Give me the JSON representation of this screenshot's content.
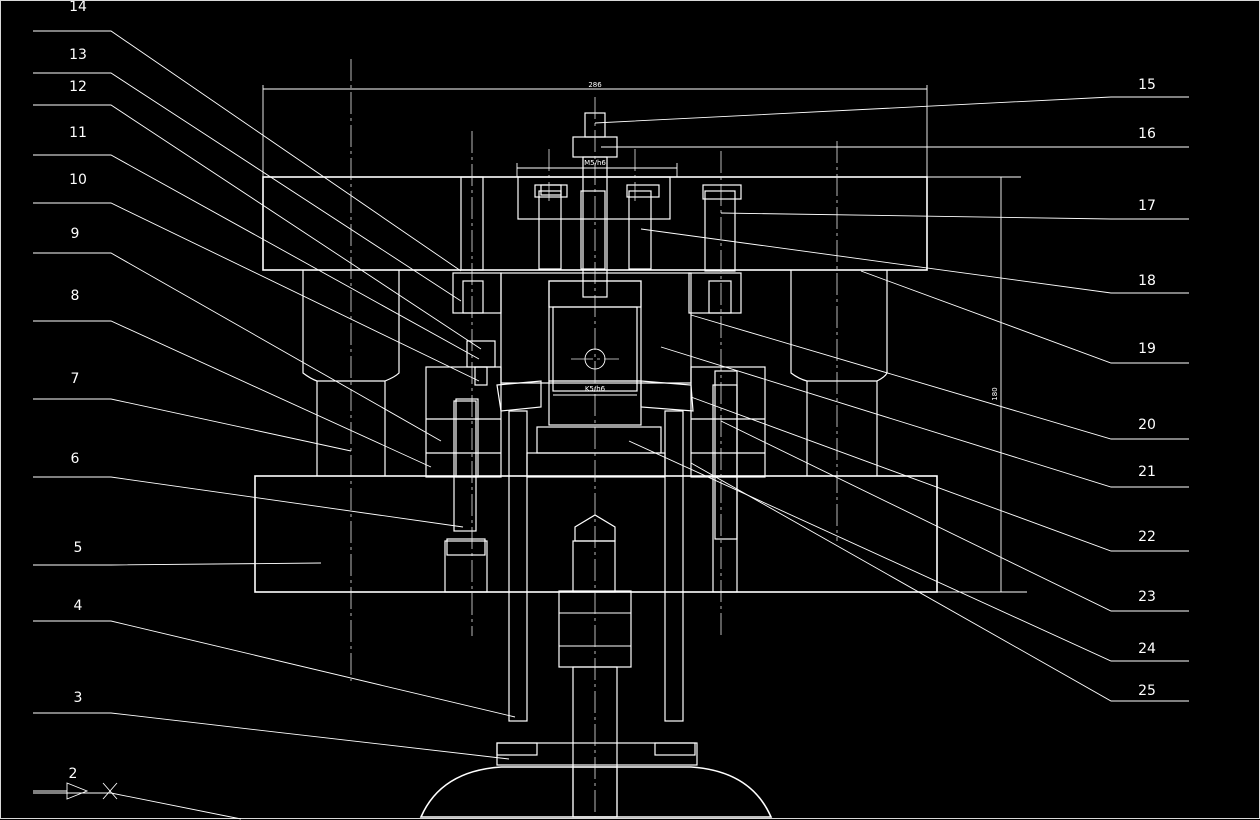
{
  "labels_left": [
    "14",
    "13",
    "12",
    "11",
    "10",
    "9",
    "8",
    "7",
    "6",
    "5",
    "4",
    "3",
    "2"
  ],
  "labels_right": [
    "15",
    "16",
    "17",
    "18",
    "19",
    "20",
    "21",
    "22",
    "23",
    "24",
    "25"
  ],
  "dimensions": {
    "width": "286",
    "height": "180"
  },
  "small_text": {
    "center_spec": "K5/h6",
    "top_spec": "M5/h6"
  },
  "colors": {
    "background": "#000000",
    "lines": "#ffffff"
  }
}
